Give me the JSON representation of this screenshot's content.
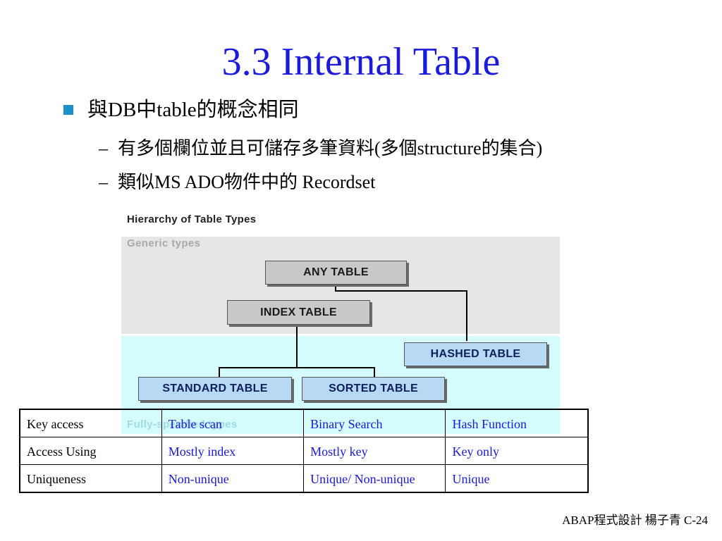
{
  "slide": {
    "title": "3.3 Internal Table",
    "bullet": "與DB中table的概念相同",
    "subbullets": [
      "有多個欄位並且可儲存多筆資料(多個structure的集合)",
      "類似MS ADO物件中的 Recordset"
    ],
    "dash": "–"
  },
  "diagram": {
    "heading": "Hierarchy of Table Types",
    "generic_label": "Generic types",
    "full_label": "Fully-specified types",
    "nodes": {
      "any": "ANY TABLE",
      "index": "INDEX TABLE",
      "hashed": "HASHED TABLE",
      "standard": "STANDARD TABLE",
      "sorted": "SORTED TABLE"
    }
  },
  "table": {
    "rows": [
      [
        "Key access",
        "Table scan",
        "Binary Search",
        "Hash Function"
      ],
      [
        "Access Using",
        "Mostly index",
        "Mostly key",
        "Key only"
      ],
      [
        "Uniqueness",
        "Non-unique",
        "Unique/ Non-unique",
        "Unique"
      ]
    ]
  },
  "footer": "ABAP程式設計 楊子青 C-24",
  "colors": {
    "title": "#1a1adc",
    "bullet": "#1f8fc8",
    "generic_band": "#e6e6e6",
    "full_band": "#d4fcfc",
    "node_gray": "#c8c8c8",
    "node_blue": "#b8d9f4"
  }
}
